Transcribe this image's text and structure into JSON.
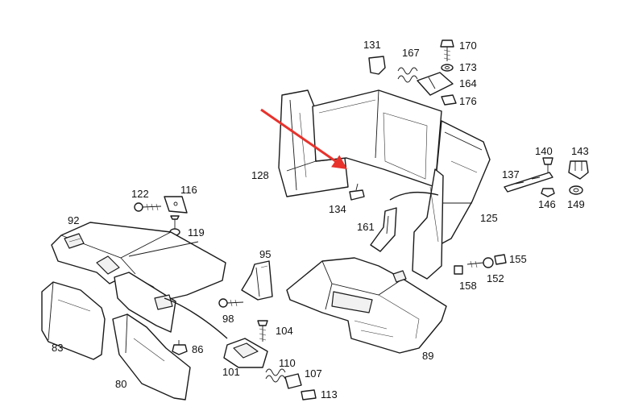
{
  "labels": {
    "p131": "131",
    "p167": "167",
    "p170": "170",
    "p173": "173",
    "p164": "164",
    "p176": "176",
    "p128": "128",
    "p134": "134",
    "p161": "161",
    "p125": "125",
    "p140": "140",
    "p143": "143",
    "p137": "137",
    "p146": "146",
    "p149": "149",
    "p122": "122",
    "p116": "116",
    "p92": "92",
    "p119": "119",
    "p95": "95",
    "p155": "155",
    "p158": "158",
    "p152": "152",
    "p98": "98",
    "p104": "104",
    "p83": "83",
    "p86": "86",
    "p110": "110",
    "p101": "101",
    "p107": "107",
    "p113": "113",
    "p80": "80",
    "p89": "89"
  },
  "colors": {
    "arrow": "#e8322c",
    "line": "#1a1a1a",
    "background": "#ffffff"
  }
}
